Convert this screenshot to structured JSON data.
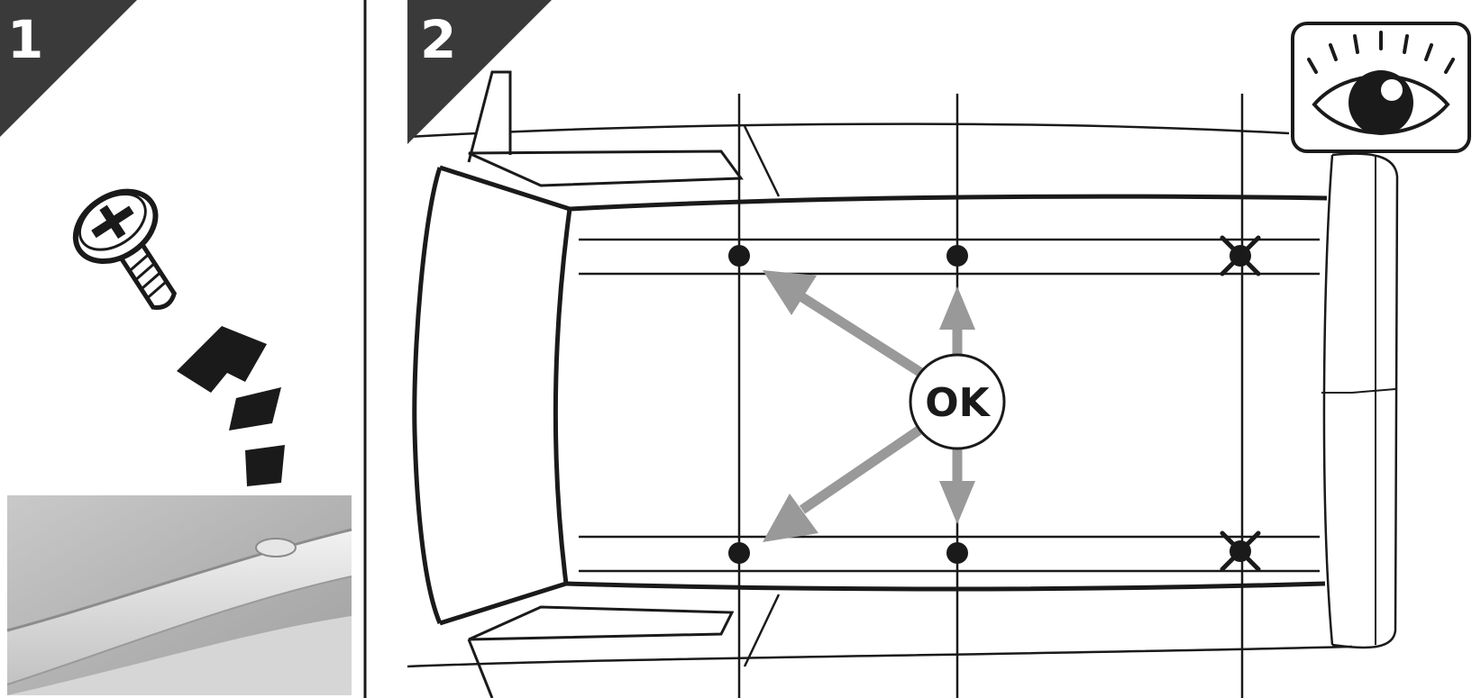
{
  "panels": [
    {
      "step": "1"
    },
    {
      "step": "2",
      "badge": "OK",
      "icon": "eye-icon"
    }
  ],
  "colors": {
    "ink": "#1a1a1a",
    "arrow_gray": "#999999",
    "photo_gray": "#bdbdbd"
  },
  "icons": [
    "screw-icon",
    "up-arrow-icon",
    "eye-icon",
    "cross-mark-icon"
  ]
}
